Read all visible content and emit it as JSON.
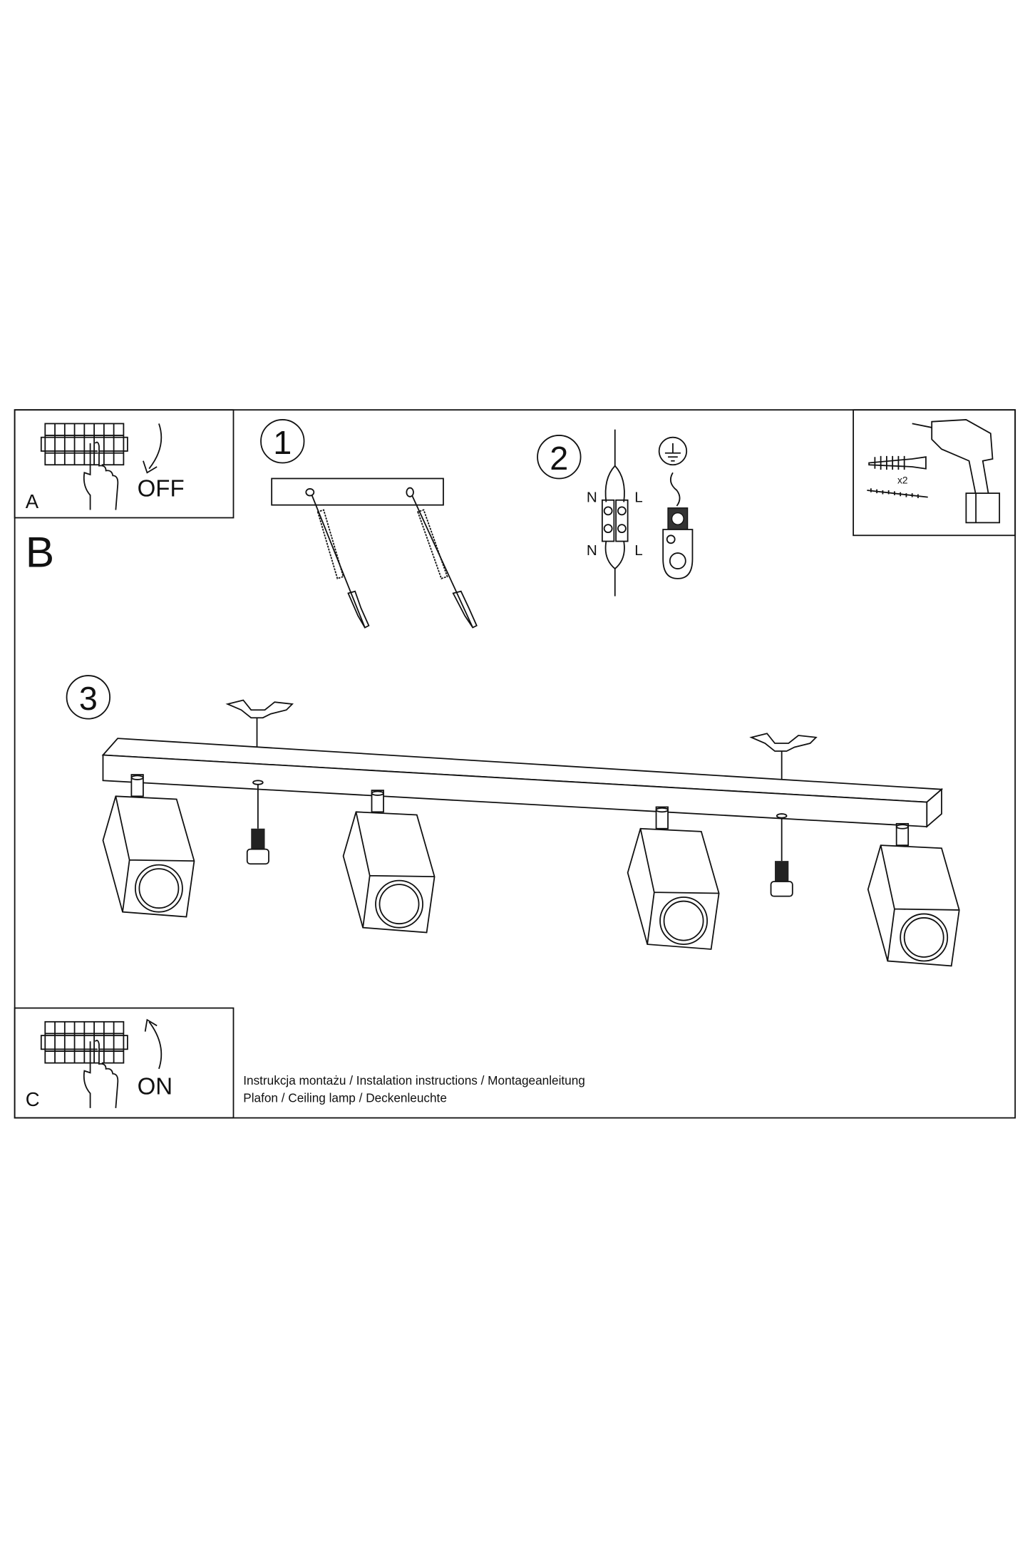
{
  "panel_a": {
    "letter": "A",
    "action": "OFF"
  },
  "panel_b": {
    "letter": "B"
  },
  "panel_c": {
    "letter": "C",
    "action": "ON"
  },
  "steps": [
    "1",
    "2",
    "3"
  ],
  "wiring": {
    "neutral": "N",
    "live": "L"
  },
  "tools": {
    "quantity": "x2"
  },
  "footer": {
    "line1": "Instrukcja montażu / Instalation instructions / Montageanleitung",
    "line2": "Plafon / Ceiling lamp / Deckenleuchte"
  }
}
